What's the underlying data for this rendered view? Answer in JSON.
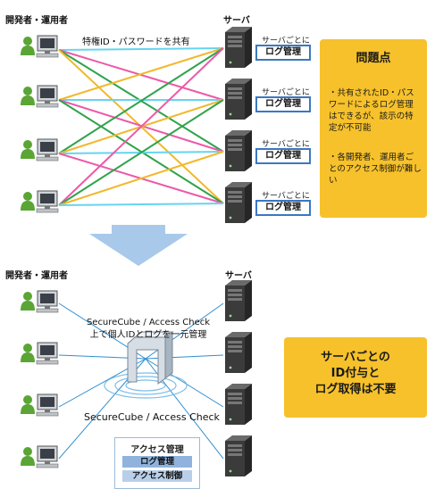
{
  "top": {
    "users_label": "開発者・運用者",
    "servers_label": "サーバ",
    "shared_label": "特権ID・パスワードを共有",
    "server_caption": "サーバごとに",
    "log_tag": "ログ管理",
    "issue_box": {
      "title": "問題点",
      "items": [
        "共有されたID・パスワードによるログ管理はできるが、該示の特定が不可能",
        "各開発者、運用者ごとのアクセス制御が難しい"
      ]
    }
  },
  "bottom": {
    "users_label": "開発者・運用者",
    "servers_label": "サーバ",
    "note": "SecureCube / Access Check上で個人IDとログを一元管理",
    "product_name": "SecureCube / Access Check",
    "panel": {
      "title": "アクセス管理",
      "row1": "ログ管理",
      "row2": "アクセス制御"
    },
    "result_box": {
      "line1": "サーバごとの",
      "line2": "ID付与と",
      "line3": "ログ取得は不要"
    }
  },
  "colors": {
    "user_green": "#5aa535",
    "line_cyan": "#66d4ef",
    "line_orange": "#f2b82c",
    "line_green": "#2fa34b",
    "line_pink": "#ec5aa8",
    "line_blue": "#2f8ed0",
    "server_dark": "#3b3b3b",
    "arrow_blue": "#a8c9ea",
    "yellow": "#f6c12b",
    "tag_border": "#3a78c2"
  },
  "icons": [
    "user-icon",
    "monitor-icon",
    "server-icon",
    "gate-icon",
    "down-arrow-icon"
  ]
}
